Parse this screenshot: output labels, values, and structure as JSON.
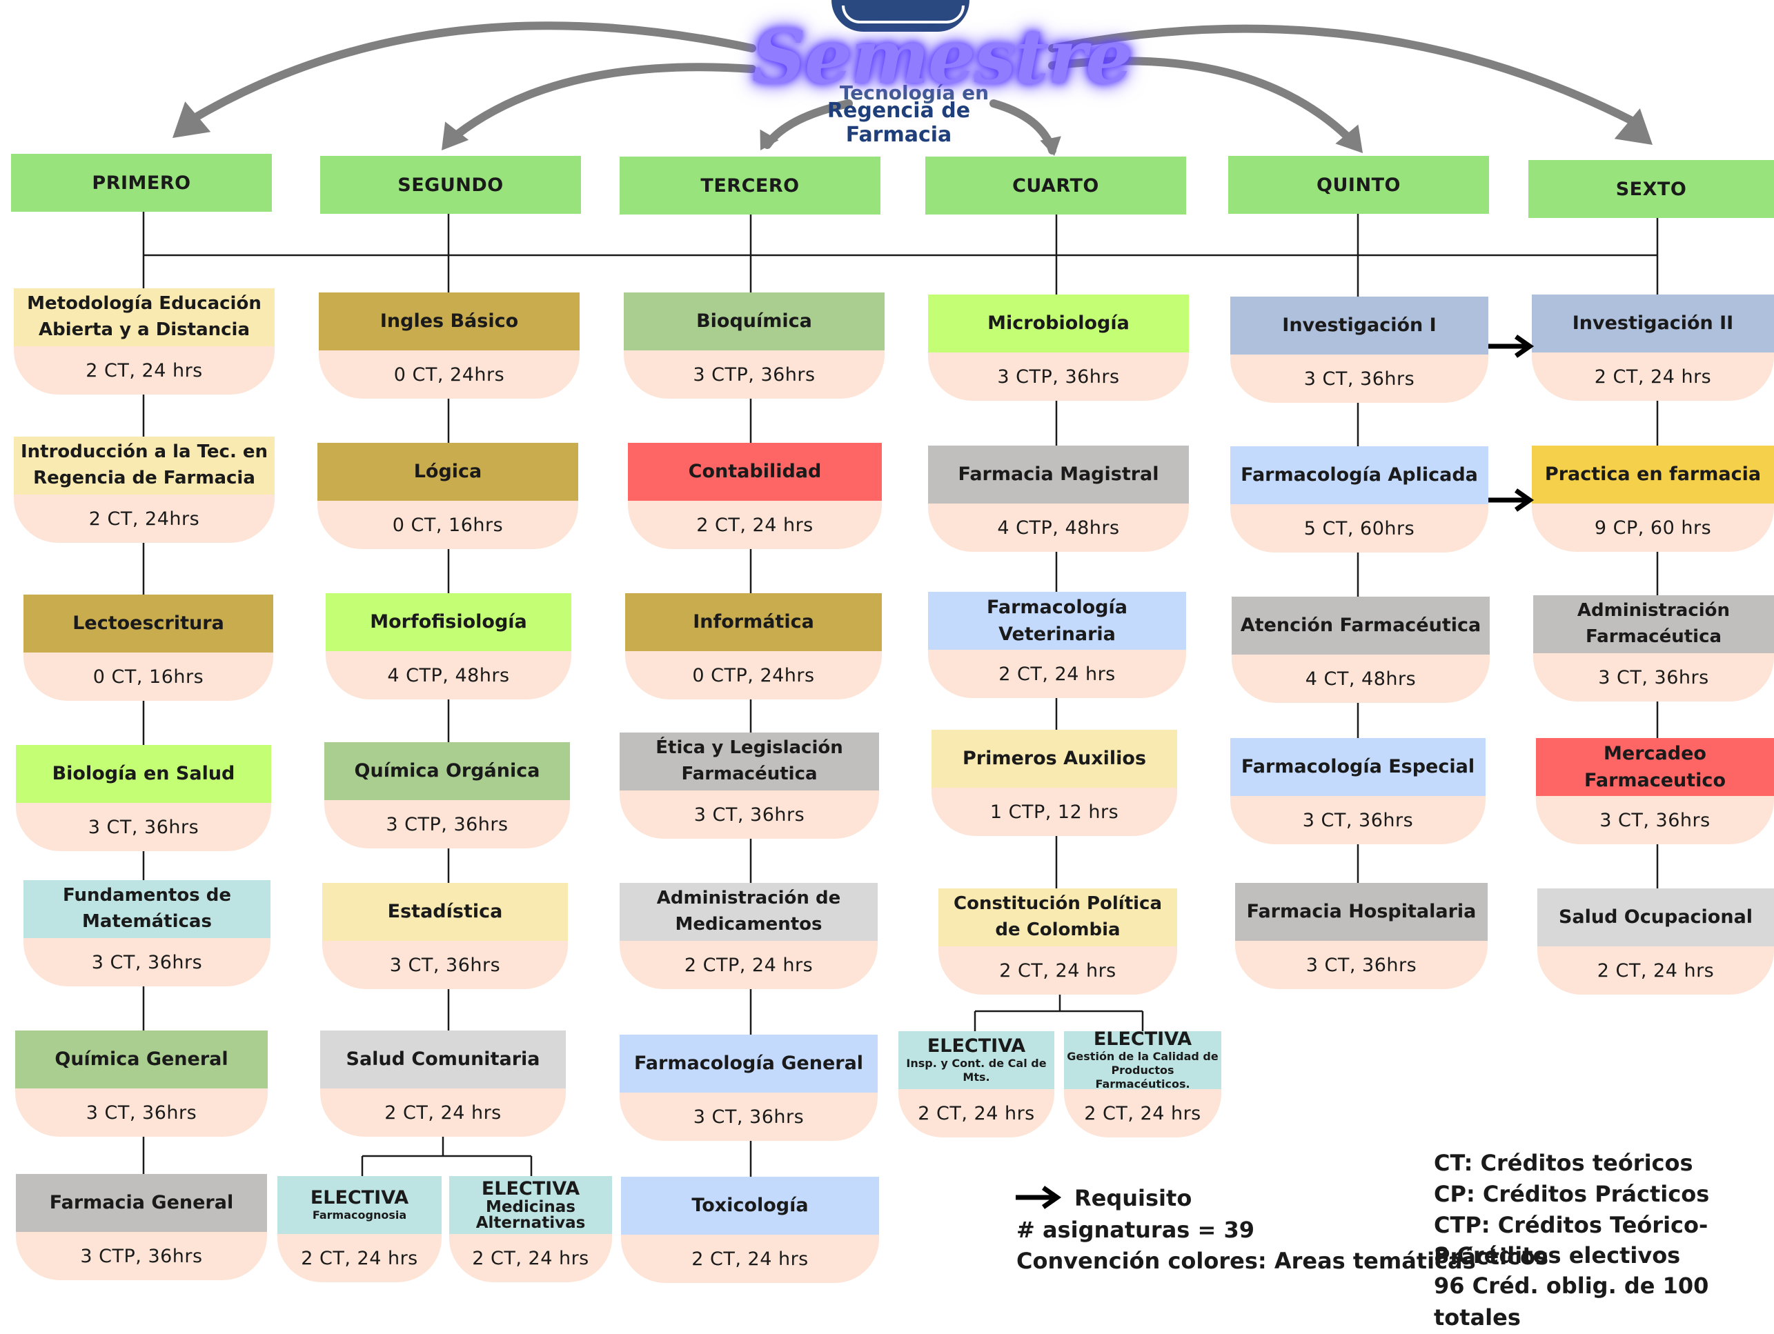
{
  "logo": {
    "title": "Semestre",
    "line1": "Tecnología en",
    "line2": "Regencia de Farmacia"
  },
  "semesters": [
    {
      "name": "PRIMERO",
      "color": "#98e37c"
    },
    {
      "name": "SEGUNDO",
      "color": "#98e37c"
    },
    {
      "name": "TERCERO",
      "color": "#98e37c"
    },
    {
      "name": "CUARTO",
      "color": "#98e37c"
    },
    {
      "name": "QUINTO",
      "color": "#98e37c"
    },
    {
      "name": "SEXTO",
      "color": "#98e37c"
    }
  ],
  "courses": {
    "s1": [
      {
        "name": "Metodología Educación Abierta y a Distancia",
        "credits": "2 CT, 24 hrs",
        "color": "#f8eab0"
      },
      {
        "name": "Introducción a la Tec. en Regencia de Farmacia",
        "credits": "2 CT, 24hrs",
        "color": "#f8eab0"
      },
      {
        "name": "Lectoescritura",
        "credits": "0 CT, 16hrs",
        "color": "#c8ac4e"
      },
      {
        "name": "Biología en Salud",
        "credits": "3 CT, 36hrs",
        "color": "#c4fe74"
      },
      {
        "name": "Fundamentos de Matemáticas",
        "credits": "3 CT, 36hrs",
        "color": "#bde4e2"
      },
      {
        "name": "Química General",
        "credits": "3 CT, 36hrs",
        "color": "#aace8f"
      },
      {
        "name": "Farmacia General",
        "credits": "3 CTP, 36hrs",
        "color": "#c1bebe"
      }
    ],
    "s2": [
      {
        "name": "Ingles Básico",
        "credits": "0 CT, 24hrs",
        "color": "#c8ac4e"
      },
      {
        "name": "Lógica",
        "credits": "0 CT, 16hrs",
        "color": "#c8ac4e"
      },
      {
        "name": "Morfofisiología",
        "credits": "4 CTP, 48hrs",
        "color": "#c4fe74"
      },
      {
        "name": "Química Orgánica",
        "credits": "3 CTP, 36hrs",
        "color": "#aace8f"
      },
      {
        "name": "Estadística",
        "credits": "3 CT, 36hrs",
        "color": "#f8eab0"
      },
      {
        "name": "Salud Comunitaria",
        "credits": "2 CT, 24 hrs",
        "color": "#d8d8d8"
      }
    ],
    "s3": [
      {
        "name": "Bioquímica",
        "credits": "3 CTP, 36hrs",
        "color": "#aace8f"
      },
      {
        "name": "Contabilidad",
        "credits": "2 CT, 24 hrs",
        "color": "#fe6565"
      },
      {
        "name": "Informática",
        "credits": "0 CTP, 24hrs",
        "color": "#c8ac4e"
      },
      {
        "name": "Ética y Legislación Farmacéutica",
        "credits": "3 CT, 36hrs",
        "color": "#c1bebe"
      },
      {
        "name": "Administración de Medicamentos",
        "credits": "2 CTP, 24 hrs",
        "color": "#d8d8d8"
      },
      {
        "name": "Farmacología General",
        "credits": "3 CT, 36hrs",
        "color": "#c3dafd"
      },
      {
        "name": "Toxicología",
        "credits": "2 CT, 24 hrs",
        "color": "#c3dafd"
      }
    ],
    "s4": [
      {
        "name": "Microbiología",
        "credits": "3 CTP, 36hrs",
        "color": "#c4fe74"
      },
      {
        "name": "Farmacia Magistral",
        "credits": "4 CTP, 48hrs",
        "color": "#c1bebe"
      },
      {
        "name": "Farmacología Veterinaria",
        "credits": "2 CT, 24 hrs",
        "color": "#c3dafd"
      },
      {
        "name": "Primeros Auxilios",
        "credits": "1 CTP, 12 hrs",
        "color": "#f8eab0"
      },
      {
        "name": "Constitución Política de Colombia",
        "credits": "2 CT, 24 hrs",
        "color": "#f8eab0"
      }
    ],
    "s5": [
      {
        "name": "Investigación I",
        "credits": "3 CT, 36hrs",
        "color": "#aec0dc"
      },
      {
        "name": "Farmacología Aplicada",
        "credits": "5 CT, 60hrs",
        "color": "#c3dafd"
      },
      {
        "name": "Atención Farmacéutica",
        "credits": "4 CT, 48hrs",
        "color": "#c1bebe"
      },
      {
        "name": "Farmacología Especial",
        "credits": "3 CT, 36hrs",
        "color": "#c3dafd"
      },
      {
        "name": "Farmacia Hospitalaria",
        "credits": "3 CT, 36hrs",
        "color": "#c1bebe"
      }
    ],
    "s6": [
      {
        "name": "Investigación II",
        "credits": "2 CT, 24 hrs",
        "color": "#aec0dc"
      },
      {
        "name": "Practica en farmacia",
        "credits": "9 CP, 60 hrs",
        "color": "#f5d14b"
      },
      {
        "name": "Administración Farmacéutica",
        "credits": "3 CT, 36hrs",
        "color": "#c1bebe"
      },
      {
        "name": "Mercadeo Farmaceutico",
        "credits": "3 CT, 36hrs",
        "color": "#fe6565"
      },
      {
        "name": "Salud Ocupacional",
        "credits": "2 CT, 24 hrs",
        "color": "#d8d8d8"
      }
    ]
  },
  "electives": {
    "s2a": {
      "title": "ELECTIVA",
      "sub": "Farmacognosia",
      "credits": "2 CT, 24 hrs",
      "color": "#bde4e2"
    },
    "s2b": {
      "title": "ELECTIVA",
      "sub": "Medicinas Alternativas",
      "credits": "2 CT, 24 hrs",
      "color": "#bde4e2"
    },
    "s4a": {
      "title": "ELECTIVA",
      "sub": "Insp. y Cont. de Cal de Mts.",
      "credits": "2 CT, 24 hrs",
      "color": "#bde4e2"
    },
    "s4b": {
      "title": "ELECTIVA",
      "sub": "Gestión de la Calidad de Productos Farmacéuticos.",
      "credits": "2 CT, 24 hrs",
      "color": "#bde4e2"
    }
  },
  "legend": {
    "requisito": "Requisito",
    "asignaturas": "# asignaturas = 39",
    "colores": "Convención colores: Areas temáticas",
    "ct": "CT: Créditos teóricos",
    "cp": "CP: Créditos Prácticos",
    "ctp": "CTP: Créditos Teórico-Prácticos",
    "electivos": "8 Créditos electivos",
    "totales": "96 Créd. oblig. de 100 totales"
  },
  "card_bottom_color": "#fde4d6",
  "line_color": "#1a1a1a",
  "arc_color": "#808080"
}
